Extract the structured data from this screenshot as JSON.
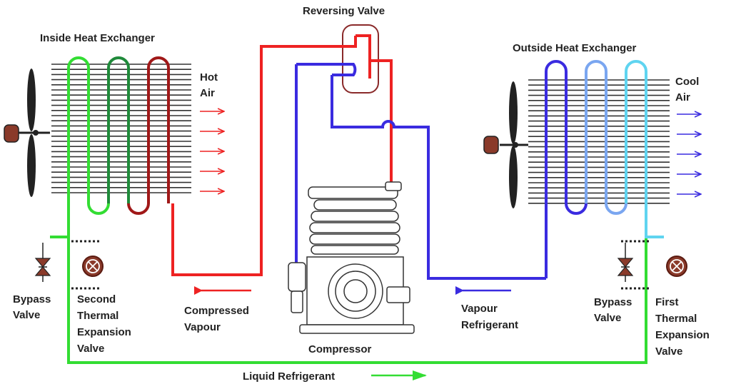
{
  "labels": {
    "reversing_valve": "Reversing Valve",
    "inside_heat_exchanger": "Inside Heat Exchanger",
    "outside_heat_exchanger": "Outside Heat Exchanger",
    "hot_air": [
      "Hot",
      "Air"
    ],
    "cool_air": [
      "Cool",
      "Air"
    ],
    "bypass_valve_left": [
      "Bypass",
      "Valve"
    ],
    "second_expansion_valve": [
      "Second",
      "Thermal",
      "Expansion",
      "Valve"
    ],
    "bypass_valve_right": [
      "Bypass",
      "Valve"
    ],
    "first_expansion_valve": [
      "First",
      "Thermal",
      "Expansion",
      "Valve"
    ],
    "compressed_vapour": [
      "Compressed",
      "Vapour"
    ],
    "vapour_refrigerant": [
      "Vapour",
      "Refrigerant"
    ],
    "compressor": "Compressor",
    "liquid_refrigerant": "Liquid Refrigerant"
  },
  "colors": {
    "hot_line": "#ee2222",
    "vapour_line": "#3a2be0",
    "liquid_line": "#33dd33",
    "cool_coil": "#5fd4f0",
    "dark_red_coil": "#a01818",
    "fins": "#333333",
    "motor": "#8a3a2a"
  }
}
